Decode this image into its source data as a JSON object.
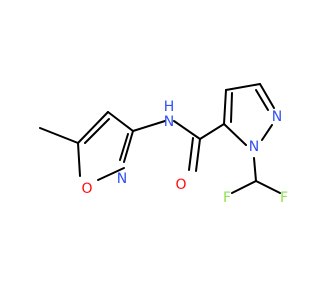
{
  "molecule": {
    "atoms": {
      "nh_n": "N",
      "nh_h": "H",
      "iso_n": "N",
      "iso_o": "O",
      "pyr_n2": "N",
      "pyr_n1": "N",
      "carbonyl_o": "O",
      "f_left": "F",
      "f_right": "F"
    },
    "colors": {
      "bond": "#000000",
      "nitrogen": "#3050F8",
      "oxygen": "#FF0D0D",
      "fluorine": "#90E050"
    }
  }
}
